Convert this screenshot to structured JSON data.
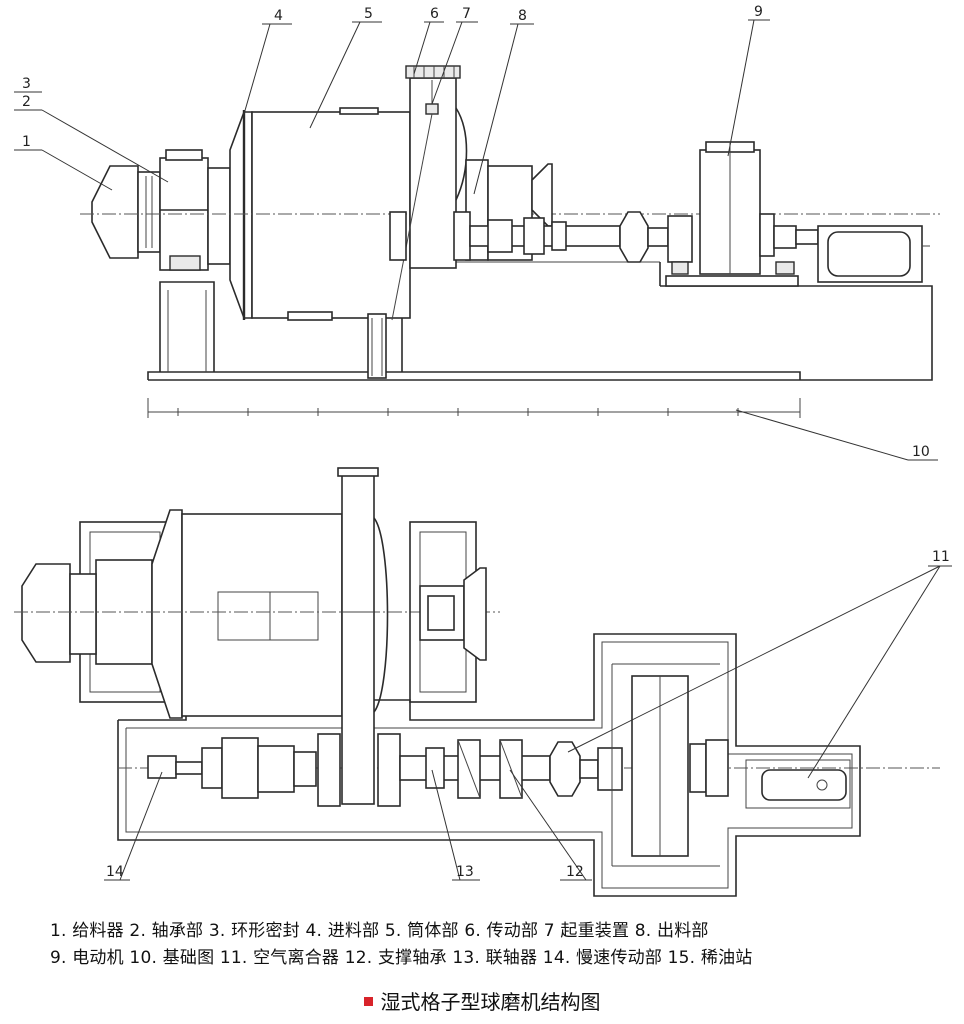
{
  "callouts_side_view": [
    "1",
    "2",
    "3",
    "4",
    "5",
    "6",
    "7",
    "8",
    "9",
    "10"
  ],
  "callouts_top_view": [
    "11",
    "12",
    "13",
    "14"
  ],
  "legend_rows": [
    "1. 给料器  2. 轴承部  3. 环形密封  4. 进料部  5. 筒体部  6. 传动部  7  起重装置  8. 出料部",
    "9. 电动机  10. 基础图  11. 空气离合器  12. 支撑轴承  13. 联轴器 14. 慢速传动部  15. 稀油站"
  ],
  "caption": "湿式格子型球磨机结构图",
  "caption_bullet_color": "#d8232a"
}
